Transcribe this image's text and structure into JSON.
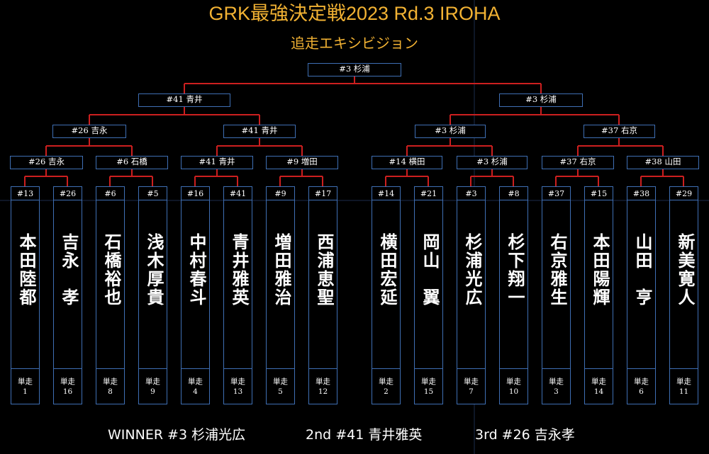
{
  "title": "GRK最強決定戦2023 Rd.3 IROHA",
  "subtitle": "追走エキシビジョン",
  "colors": {
    "title": "#f2b233",
    "bracket_line": "#cc1f1f",
    "box_border": "#3f6fb4"
  },
  "bracket": {
    "final": "#3 杉浦",
    "semis": [
      "#41 青井",
      "#3 杉浦"
    ],
    "quarters": [
      "#26 吉永",
      "#41 青井",
      "#3 杉浦",
      "#37 右京"
    ],
    "round16": [
      "#26 吉永",
      "#6 石橋",
      "#41 青井",
      "#9 増田",
      "#14 横田",
      "#3 杉浦",
      "#37 右京",
      "#38 山田"
    ]
  },
  "players": [
    {
      "number": "#13",
      "name": "本田陸都",
      "run_label": "単走",
      "rank": "1"
    },
    {
      "number": "#26",
      "name": "吉永　孝",
      "run_label": "単走",
      "rank": "16"
    },
    {
      "number": "#6",
      "name": "石橋裕也",
      "run_label": "単走",
      "rank": "8"
    },
    {
      "number": "#5",
      "name": "浅木厚貴",
      "run_label": "単走",
      "rank": "9"
    },
    {
      "number": "#16",
      "name": "中村春斗",
      "run_label": "単走",
      "rank": "4"
    },
    {
      "number": "#41",
      "name": "青井雅英",
      "run_label": "単走",
      "rank": "13"
    },
    {
      "number": "#9",
      "name": "増田雅治",
      "run_label": "単走",
      "rank": "5"
    },
    {
      "number": "#17",
      "name": "西浦恵聖",
      "run_label": "単走",
      "rank": "12"
    },
    {
      "number": "#14",
      "name": "横田宏延",
      "run_label": "単走",
      "rank": "2"
    },
    {
      "number": "#21",
      "name": "岡山　翼",
      "run_label": "単走",
      "rank": "15"
    },
    {
      "number": "#3",
      "name": "杉浦光広",
      "run_label": "単走",
      "rank": "7"
    },
    {
      "number": "#8",
      "name": "杉下翔一",
      "run_label": "単走",
      "rank": "10"
    },
    {
      "number": "#37",
      "name": "右京雅生",
      "run_label": "単走",
      "rank": "3"
    },
    {
      "number": "#15",
      "name": "本田陽輝",
      "run_label": "単走",
      "rank": "14"
    },
    {
      "number": "#38",
      "name": "山田　亨",
      "run_label": "単走",
      "rank": "6"
    },
    {
      "number": "#29",
      "name": "新美寛人",
      "run_label": "単走",
      "rank": "11"
    }
  ],
  "results": {
    "winner": "WINNER  #3 杉浦光広",
    "second": "2nd  #41 青井雅英",
    "third": "3rd  #26 吉永孝"
  }
}
